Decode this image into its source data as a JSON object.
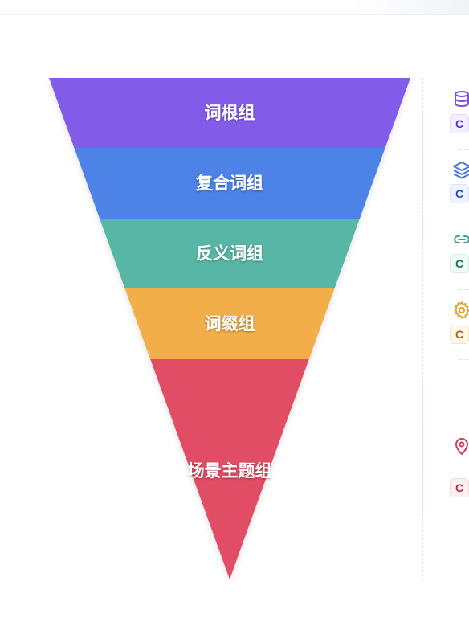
{
  "funnel": {
    "levels": [
      {
        "label": "词根组",
        "color": "#825CE8"
      },
      {
        "label": "复合词组",
        "color": "#4E82E6"
      },
      {
        "label": "反义词组",
        "color": "#58B6A6"
      },
      {
        "label": "词缀组",
        "color": "#F1AE4A"
      },
      {
        "label": "场景主题组",
        "color": "#E04D65"
      }
    ]
  },
  "side_items": [
    {
      "icon": "database-icon",
      "badge": "C",
      "color": "#7a4fe0",
      "badge_bg": "#f3efff",
      "badge_border": "#e4dafb"
    },
    {
      "icon": "layers-icon",
      "badge": "C",
      "color": "#3f73df",
      "badge_bg": "#eef3ff",
      "badge_border": "#d9e4fb"
    },
    {
      "icon": "link-icon",
      "badge": "C",
      "color": "#2f8f7c",
      "badge_bg": "#eefaf6",
      "badge_border": "#d3efe6"
    },
    {
      "icon": "gear-icon",
      "badge": "C",
      "color": "#c6841f",
      "badge_bg": "#fff8ea",
      "badge_border": "#f6e6c4"
    },
    {
      "icon": "location-pin-icon",
      "badge": "C",
      "color": "#d23c54",
      "badge_bg": "#fdf0f2",
      "badge_border": "#f6d9de"
    }
  ]
}
